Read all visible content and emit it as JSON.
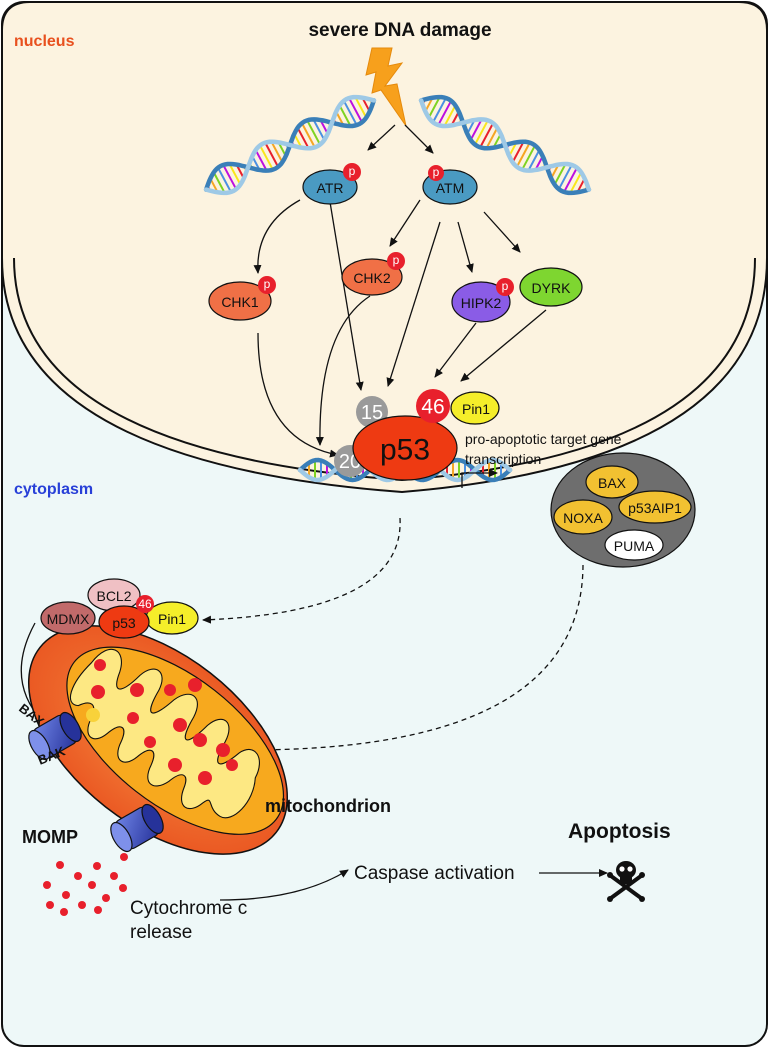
{
  "labels": {
    "nucleus": "nucleus",
    "cytoplasm": "cytoplasm",
    "severe_dna_damage": "severe DNA damage",
    "pro_apoptotic_line1": "pro-apoptotic target gene",
    "pro_apoptotic_line2": "transcription",
    "mitochondrion": "mitochondrion",
    "momp": "MOMP",
    "cytochrome_line1": "Cytochrome c",
    "cytochrome_line2": "release",
    "caspase": "Caspase activation",
    "apoptosis": "Apoptosis",
    "bax_channel": "BAX",
    "bak_channel": "BAK"
  },
  "kinases": {
    "atr": "ATR",
    "atm": "ATM",
    "chk1": "CHK1",
    "chk2": "CHK2",
    "hipk2": "HIPK2",
    "dyrk": "DYRK",
    "phospho": "p"
  },
  "p53_complex": {
    "p53": "p53",
    "site15": "15",
    "site20": "20",
    "site46": "46",
    "pin1": "Pin1"
  },
  "target_genes": {
    "bax": "BAX",
    "noxa": "NOXA",
    "p53aip1": "p53AIP1",
    "puma": "PUMA"
  },
  "mito_complex": {
    "bcl2": "BCL2",
    "mdmx": "MDMX",
    "p53": "p53",
    "site46": "46",
    "pin1": "Pin1"
  },
  "colors": {
    "nucleus_fill": "#fcf3e0",
    "cytoplasm_fill": "#eef8f8",
    "nucleus_label": "#e8501e",
    "cytoplasm_label": "#2840d8",
    "atr_atm": "#4a9ac2",
    "chk": "#f07046",
    "hipk2": "#8a5ce6",
    "dyrk": "#7ed630",
    "p53": "#ee3a12",
    "phospho_site": "#e8202c",
    "modification_grey": "#9a9a9a",
    "pin1": "#f5ee2a",
    "target_cluster": "#6e6e6e",
    "target_gene_yellow": "#f2c131",
    "bcl2": "#f0c0c4",
    "mdmx": "#c16a6a",
    "mito_outer": "#f06522",
    "mito_inner": "#f7a91e",
    "mito_matrix": "#fde883",
    "channel": "#3c50b8",
    "cytochrome": "#e8202c"
  }
}
